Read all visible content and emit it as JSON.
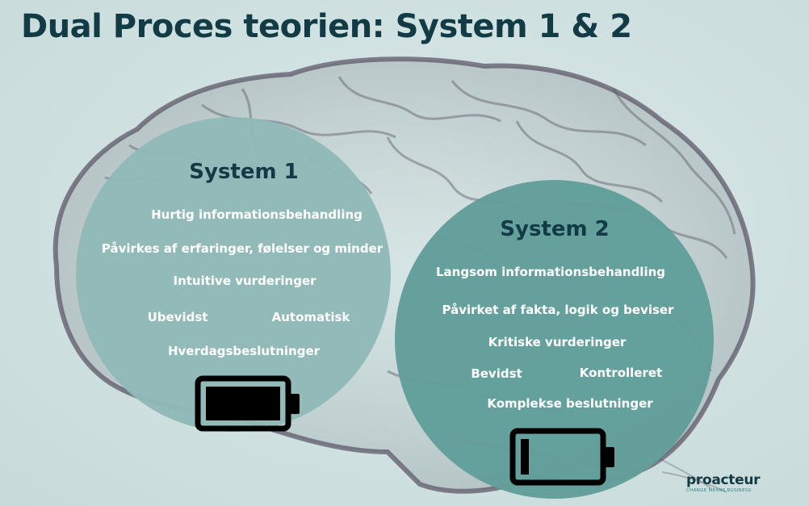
{
  "title": "Dual Proces teorien: System 1 & 2",
  "system1": {
    "heading": "System 1",
    "items": {
      "fast": "Hurtig informationsbehandling",
      "influenced": "Påvirkes af erfaringer, følelser og minder",
      "intuitive": "Intuitive vurderinger",
      "unconscious": "Ubevidst",
      "automatic": "Automatisk",
      "everyday": "Hverdagsbeslutninger"
    },
    "battery_level": 1.0,
    "color": "#8fb9b7"
  },
  "system2": {
    "heading": "System 2",
    "items": {
      "slow": "Langsom informationsbehandling",
      "influenced": "Påvirket af fakta, logik og beviser",
      "critical": "Kritiske vurderinger",
      "conscious": "Bevidst",
      "controlled": "Kontrolleret",
      "complex": "Komplekse beslutninger"
    },
    "battery_level": 0.1,
    "color": "#619e9a"
  },
  "logo": {
    "name": "proacteur",
    "tagline": "CHANGE MEANS BUSINESS"
  },
  "colors": {
    "background": "#d3e3e3",
    "title": "#123b45",
    "brain": "#5e5a6a"
  }
}
